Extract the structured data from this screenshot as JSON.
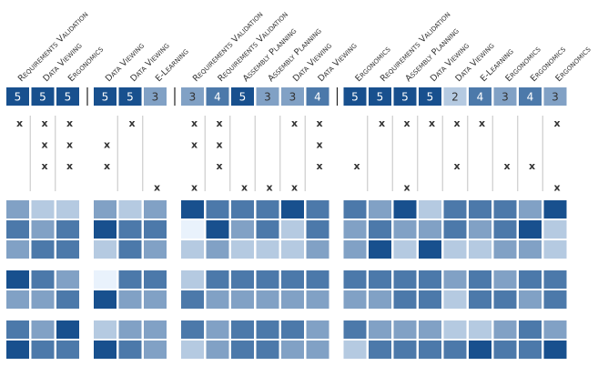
{
  "chart_data": {
    "type": "heatmap",
    "columns": [
      {
        "label": "Requirements Validation",
        "score": 5,
        "marks": [
          1,
          0,
          0,
          0
        ]
      },
      {
        "label": "Data Viewing",
        "score": 5,
        "marks": [
          1,
          1,
          1,
          0
        ]
      },
      {
        "label": "Ergonomics",
        "score": 5,
        "marks": [
          1,
          1,
          1,
          0
        ]
      },
      {
        "label": "Data Viewing",
        "score": 5,
        "marks": [
          0,
          1,
          1,
          0
        ]
      },
      {
        "label": "Data Viewing",
        "score": 5,
        "marks": [
          1,
          0,
          0,
          0
        ]
      },
      {
        "label": "E-Learning",
        "score": 3,
        "marks": [
          0,
          0,
          0,
          1
        ]
      },
      {
        "label": "Requirements Validation",
        "score": 3,
        "marks": [
          1,
          1,
          0,
          1
        ]
      },
      {
        "label": "Requirements Validation",
        "score": 4,
        "marks": [
          1,
          1,
          1,
          0
        ]
      },
      {
        "label": "Assembly Planning",
        "score": 5,
        "marks": [
          0,
          0,
          0,
          1
        ]
      },
      {
        "label": "Assembly Planning",
        "score": 3,
        "marks": [
          0,
          0,
          0,
          1
        ]
      },
      {
        "label": "Data Viewing",
        "score": 3,
        "marks": [
          1,
          0,
          0,
          1
        ]
      },
      {
        "label": "Data Viewing",
        "score": 4,
        "marks": [
          1,
          1,
          1,
          0
        ]
      },
      {
        "label": "Ergonomics",
        "score": 5,
        "marks": [
          0,
          0,
          1,
          0
        ]
      },
      {
        "label": "Requirements Validation",
        "score": 5,
        "marks": [
          1,
          0,
          0,
          0
        ]
      },
      {
        "label": "Assembly Planning",
        "score": 5,
        "marks": [
          1,
          0,
          0,
          1
        ]
      },
      {
        "label": "Data Viewing",
        "score": 5,
        "marks": [
          1,
          0,
          0,
          0
        ]
      },
      {
        "label": "Data Viewing",
        "score": 2,
        "marks": [
          1,
          0,
          1,
          0
        ]
      },
      {
        "label": "E-Learning",
        "score": 4,
        "marks": [
          1,
          0,
          0,
          0
        ]
      },
      {
        "label": "Ergonomics",
        "score": 3,
        "marks": [
          0,
          0,
          1,
          0
        ]
      },
      {
        "label": "Ergonomics",
        "score": 4,
        "marks": [
          0,
          0,
          1,
          0
        ]
      },
      {
        "label": "Ergonomics",
        "score": 3,
        "marks": [
          1,
          0,
          0,
          1
        ]
      }
    ],
    "groups": [
      3,
      3,
      6,
      9
    ],
    "row_groups": [
      3,
      2,
      2
    ],
    "value_range": [
      1,
      5
    ],
    "cells": [
      [
        3,
        2,
        2,
        3,
        2,
        3,
        5,
        4,
        4,
        4,
        5,
        4,
        4,
        3,
        5,
        2,
        4,
        4,
        4,
        3,
        5
      ],
      [
        4,
        3,
        4,
        5,
        4,
        4,
        1,
        5,
        3,
        4,
        2,
        4,
        3,
        4,
        3,
        3,
        4,
        3,
        4,
        5,
        2
      ],
      [
        3,
        4,
        4,
        2,
        4,
        3,
        2,
        3,
        2,
        2,
        2,
        3,
        3,
        5,
        2,
        5,
        2,
        2,
        3,
        3,
        2
      ],
      [
        5,
        4,
        3,
        1,
        4,
        4,
        2,
        4,
        4,
        4,
        4,
        4,
        4,
        4,
        4,
        4,
        3,
        4,
        3,
        4,
        4
      ],
      [
        3,
        3,
        4,
        5,
        3,
        3,
        4,
        3,
        3,
        3,
        3,
        3,
        3,
        3,
        4,
        4,
        2,
        4,
        4,
        3,
        4
      ],
      [
        4,
        3,
        5,
        2,
        3,
        3,
        4,
        3,
        4,
        4,
        4,
        3,
        4,
        3,
        3,
        3,
        2,
        2,
        3,
        4,
        3
      ],
      [
        5,
        4,
        4,
        5,
        4,
        3,
        2,
        3,
        4,
        4,
        3,
        3,
        2,
        4,
        4,
        4,
        4,
        5,
        4,
        4,
        5
      ]
    ],
    "colors": {
      "low": "#e9f2fc",
      "high": "#18508e",
      "divider": "#cccccc",
      "score_text_dark": "#333333",
      "score_text_light": "#ffffff"
    }
  }
}
